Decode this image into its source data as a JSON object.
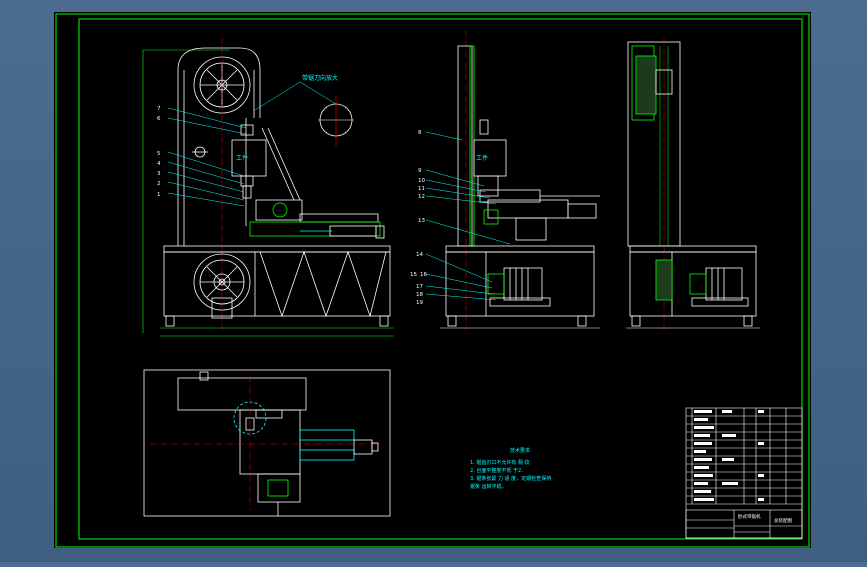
{
  "drawing": {
    "background_color": "#000000",
    "frame_color": "#00ff00",
    "line_color": "#ffffff",
    "accent_color": "#00ffff",
    "dimension_color": "#ff0000"
  },
  "labels": {
    "blade_direction": "带锯刀向放大",
    "workpiece_front": "工件",
    "workpiece_side": "工件",
    "tech_title": "技术要求",
    "tech_lines": [
      "1. 锯齿刃口不允许有 裂 纹",
      "2. 台面平整度不低 于2.",
      "3. 锯条张紧 力 适 度，定期检查保持",
      "锯条 运转平稳。"
    ],
    "tb_title": "卧式带锯机",
    "tb_subtitle": "总装配图"
  },
  "part_numbers": {
    "front": [
      "7",
      "6",
      "5",
      "4",
      "3",
      "2",
      "1"
    ],
    "side": [
      "8",
      "9",
      "10",
      "11",
      "12",
      "13",
      "14",
      "15",
      "16",
      "17",
      "18",
      "19"
    ]
  }
}
